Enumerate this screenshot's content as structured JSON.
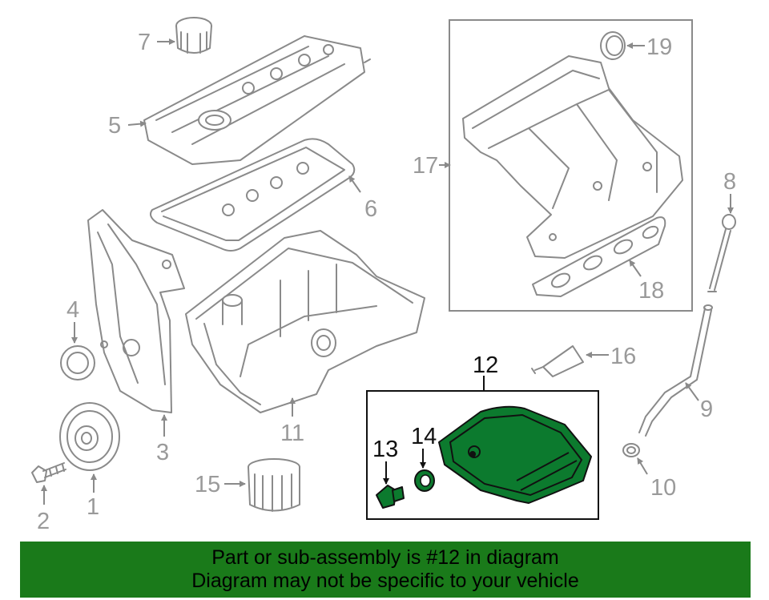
{
  "callouts": {
    "c1": "1",
    "c2": "2",
    "c3": "3",
    "c4": "4",
    "c5": "5",
    "c6": "6",
    "c7": "7",
    "c8": "8",
    "c9": "9",
    "c10": "10",
    "c11": "11",
    "c12": "12",
    "c13": "13",
    "c14": "14",
    "c15": "15",
    "c16": "16",
    "c17": "17",
    "c18": "18",
    "c19": "19"
  },
  "highlight_color": "#0c7a2e",
  "banner": {
    "color": "#1a7a1a",
    "line1": "Part or sub-assembly is #12 in diagram",
    "line2": "Diagram may not be specific to your vehicle"
  }
}
